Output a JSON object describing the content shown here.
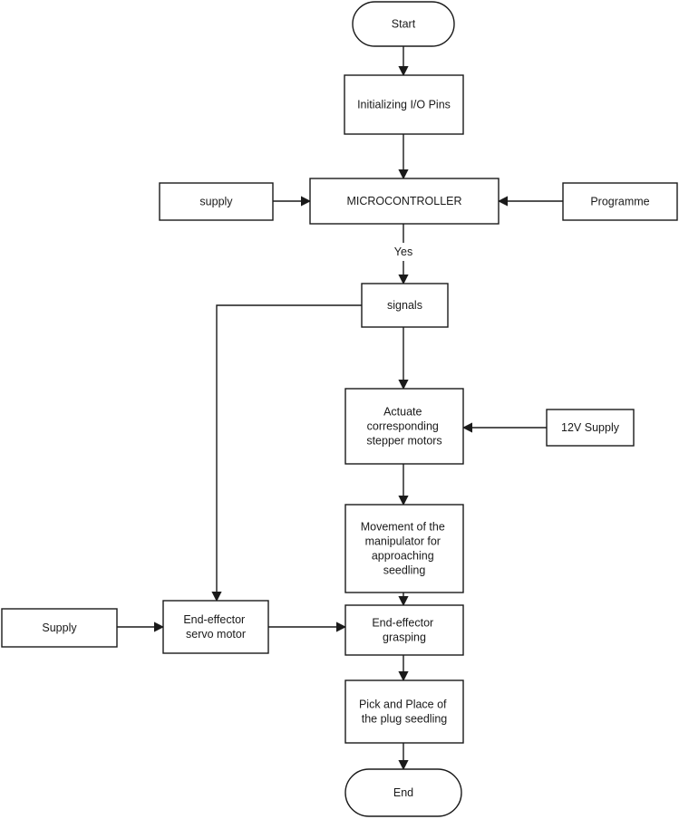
{
  "nodes": {
    "start": {
      "lines": [
        "Start"
      ]
    },
    "init": {
      "lines": [
        "Initializing I/O Pins"
      ]
    },
    "supply_top": {
      "lines": [
        "supply"
      ]
    },
    "micro": {
      "lines": [
        "MICROCONTROLLER"
      ]
    },
    "programme": {
      "lines": [
        "Programme"
      ]
    },
    "signals": {
      "lines": [
        "signals"
      ]
    },
    "actuate": {
      "lines": [
        "Actuate",
        "corresponding",
        "stepper motors"
      ]
    },
    "supply_12v": {
      "lines": [
        "12V Supply"
      ]
    },
    "movement": {
      "lines": [
        "Movement of the",
        "manipulator for",
        "approaching",
        "seedling"
      ]
    },
    "supply_left": {
      "lines": [
        "Supply"
      ]
    },
    "servo": {
      "lines": [
        "End-effector",
        "servo motor"
      ]
    },
    "grasp": {
      "lines": [
        "End-effector",
        "grasping"
      ]
    },
    "pick": {
      "lines": [
        "Pick and Place of",
        "the plug seedling"
      ]
    },
    "end": {
      "lines": [
        "End"
      ]
    }
  },
  "edges": {
    "micro_to_signals": {
      "label": "Yes"
    }
  }
}
